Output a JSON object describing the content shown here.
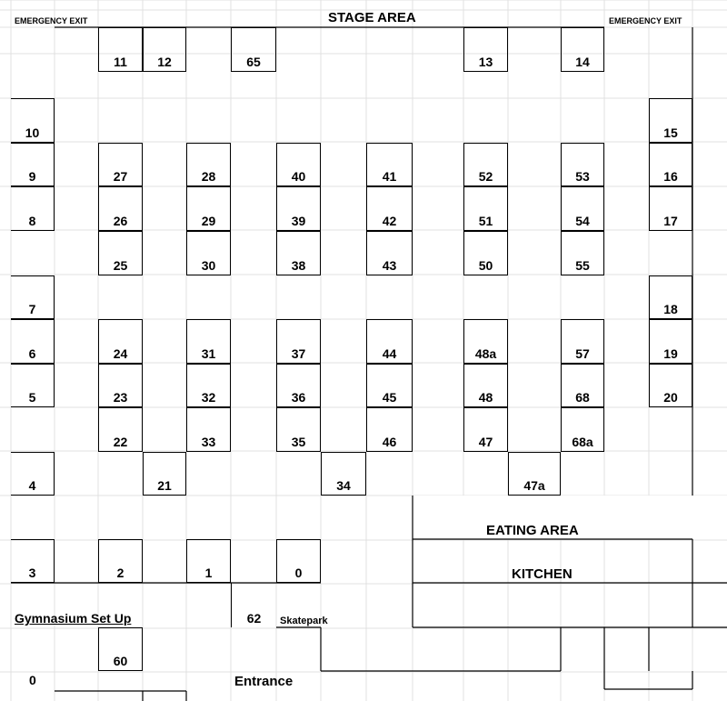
{
  "labels": {
    "stage_area": "STAGE AREA",
    "emergency_exit_left": "EMERGENCY EXIT",
    "emergency_exit_right": "EMERGENCY EXIT",
    "eating_area": "EATING AREA",
    "kitchen": "KITCHEN",
    "gymnasium_setup": "Gymnasium Set Up",
    "skatepark": "Skatepark",
    "entrance": "Entrance"
  },
  "booths": {
    "b0": "0",
    "b1": "1",
    "b2": "2",
    "b3": "3",
    "b4": "4",
    "b5": "5",
    "b6": "6",
    "b7": "7",
    "b8": "8",
    "b9": "9",
    "b10": "10",
    "b11": "11",
    "b12": "12",
    "b13": "13",
    "b14": "14",
    "b15": "15",
    "b16": "16",
    "b17": "17",
    "b18": "18",
    "b19": "19",
    "b20": "20",
    "b21": "21",
    "b22": "22",
    "b23": "23",
    "b24": "24",
    "b25": "25",
    "b26": "26",
    "b27": "27",
    "b28": "28",
    "b29": "29",
    "b30": "30",
    "b31": "31",
    "b32": "32",
    "b33": "33",
    "b34": "34",
    "b35": "35",
    "b36": "36",
    "b37": "37",
    "b38": "38",
    "b39": "39",
    "b40": "40",
    "b41": "41",
    "b42": "42",
    "b43": "43",
    "b44": "44",
    "b45": "45",
    "b46": "46",
    "b47": "47",
    "b47a": "47a",
    "b48": "48",
    "b48a": "48a",
    "b50": "50",
    "b51": "51",
    "b52": "52",
    "b53": "53",
    "b54": "54",
    "b55": "55",
    "b57": "57",
    "b60": "60",
    "b62": "62",
    "b65": "65",
    "b68": "68",
    "b68a": "68a",
    "bottom0": "0"
  },
  "colors": {
    "grid": "#e1e1e1",
    "border": "#000000",
    "background": "#ffffff"
  }
}
